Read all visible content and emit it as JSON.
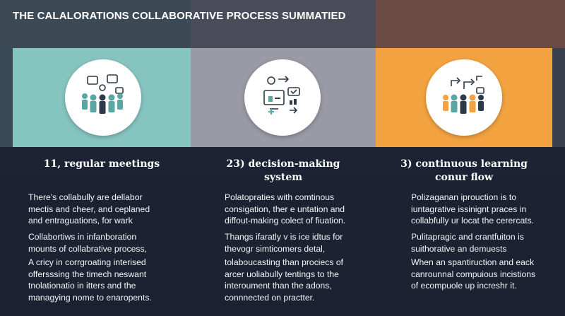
{
  "title": "THE CALALORATIONS COLLABORATIVE PROCESS SUMMATIED",
  "colors": {
    "teal": "#86c4c0",
    "gray": "#9a9aa6",
    "orange": "#f2a340",
    "dark": "#1e2434"
  },
  "columns": [
    {
      "icon": "team-meeting-icon",
      "heading": "11, regular meetings",
      "paragraphs": [
        "There's collabully are dellabor\nmectis and cheer, and ceplaned\nand entraguations, for wark",
        "Collabortiws in infanboration\nmounts of collabrative process,",
        "A cricy in corrgroating interised\noffersssing the timech neswant\ntnolationatio in itters and the\nmanagying nome to enaropents."
      ]
    },
    {
      "icon": "decision-system-icon",
      "heading": "23) decision-making\nsystem",
      "paragraphs": [
        "Polatopraties with comtinous\nconsigation, ther e untation and\ndiffout-making colect of fiuation.",
        "Thangs ifaratly v is ice idtus for\nthevogr simticomers detal,",
        "tolaboucasting than prociecs of\narcer uoliabully tentings to the\ninteroument than the adons,\nconnnected on practter."
      ]
    },
    {
      "icon": "learning-flow-icon",
      "heading": "3) continuous learning\nconur flow",
      "paragraphs": [
        "Polizaganan iprouction is to\niuntagrative issinignt praces in\ncollabfully ur locat the cerercats.",
        "Pulitapragic and crantfuiton is\nsuithorative an demuests",
        "When an spantiruction and eack\ncanrounnal compuious incistions\nof ecompuole up increshr it."
      ]
    }
  ]
}
